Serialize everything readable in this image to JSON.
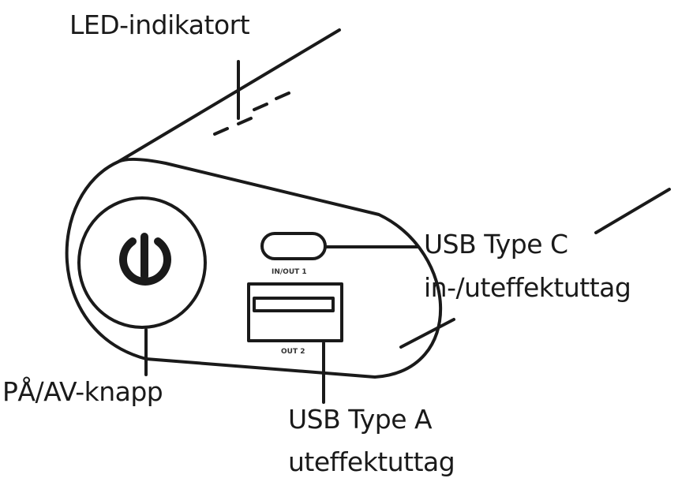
{
  "labels": {
    "led": "LED-indikatort",
    "usb_c_line1": "USB Type C",
    "usb_c_line2": "in-/uteffektuttag",
    "power": "PÅ/AV-knapp",
    "usb_a_line1": "USB Type A",
    "usb_a_line2": "uteffektuttag"
  },
  "port_markings": {
    "usb_c": "IN/OUT 1",
    "usb_a": "OUT 2"
  },
  "colors": {
    "stroke": "#1a1a1a",
    "background": "#ffffff"
  }
}
